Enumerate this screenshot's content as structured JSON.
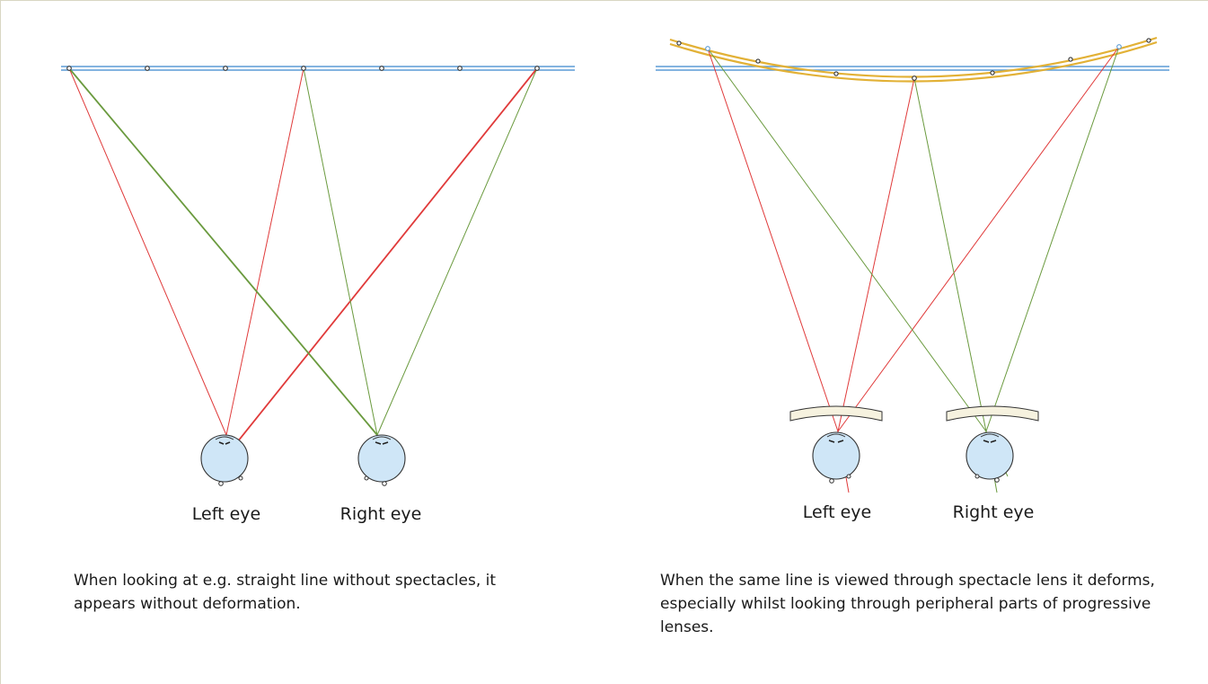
{
  "panels": [
    {
      "id": "without-spectacles",
      "eye_labels": {
        "left": "Left eye",
        "right": "Right eye"
      },
      "caption": "When looking at e.g. straight line without spectacles, it appears without deformation."
    },
    {
      "id": "with-spectacles",
      "eye_labels": {
        "left": "Left eye",
        "right": "Right eye"
      },
      "caption": "When the same line is viewed through spectacle lens it deforms, especially whilst looking through peripheral parts of progressive lenses."
    }
  ],
  "colors": {
    "reference_line": "#5b9bd5",
    "distorted_line": "#e2b136",
    "left_eye_rays": "#e03a3a",
    "right_eye_rays": "#6a9a3e",
    "eyeball_fill": "#cfe6f7",
    "lens_fill": "#f6f2df"
  }
}
